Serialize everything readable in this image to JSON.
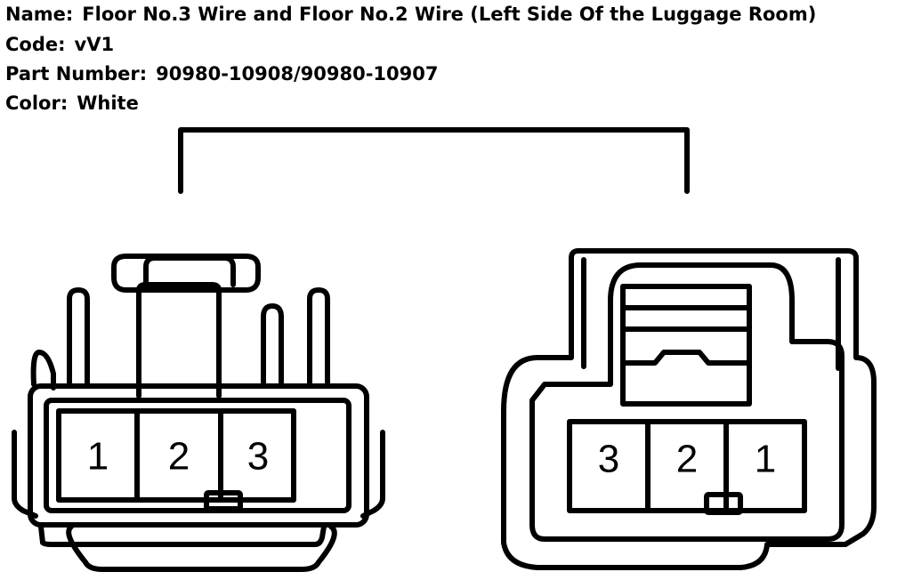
{
  "info": {
    "name_label": "Name:",
    "name_value": "Floor No.3 Wire and Floor No.2 Wire (Left Side Of the Luggage Room)",
    "code_label": "Code:",
    "code_value": "vV1",
    "part_label": "Part Number:",
    "part_value": "90980-10908/90980-10907",
    "color_label": "Color:",
    "color_value": "White"
  },
  "connectors": {
    "left": {
      "pins": [
        "1",
        "2",
        "3"
      ]
    },
    "right": {
      "pins": [
        "3",
        "2",
        "1"
      ]
    }
  }
}
